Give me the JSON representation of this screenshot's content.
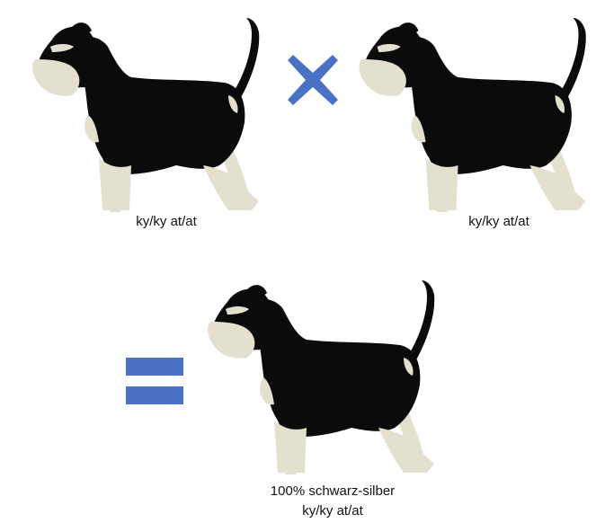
{
  "parents": [
    {
      "genotype": "ky/ky at/at"
    },
    {
      "genotype": "ky/ky at/at"
    }
  ],
  "offspring": {
    "phenotype": "100% schwarz-silber",
    "genotype": "ky/ky at/at"
  },
  "colors": {
    "coat_black": "#0b0b0b",
    "coat_silver": "#e3e0cd",
    "symbol_blue": "#4a72c4"
  },
  "symbols": {
    "cross": "multiply-icon",
    "result": "equals-icon"
  }
}
